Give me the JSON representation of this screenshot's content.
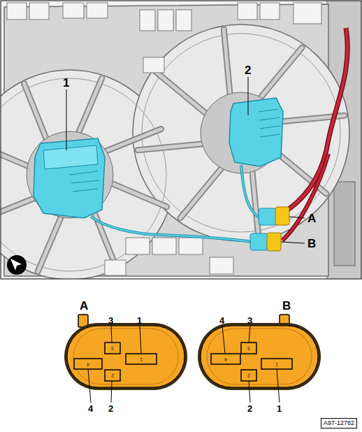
{
  "diagram": {
    "labels": [
      "1",
      "2",
      "A",
      "B",
      "A",
      "B",
      "3",
      "1",
      "4",
      "2",
      "3",
      "1",
      "4",
      "2",
      "4",
      "3",
      "2",
      "1",
      "4",
      "3",
      "2",
      "1",
      "A97-12782"
    ]
  }
}
